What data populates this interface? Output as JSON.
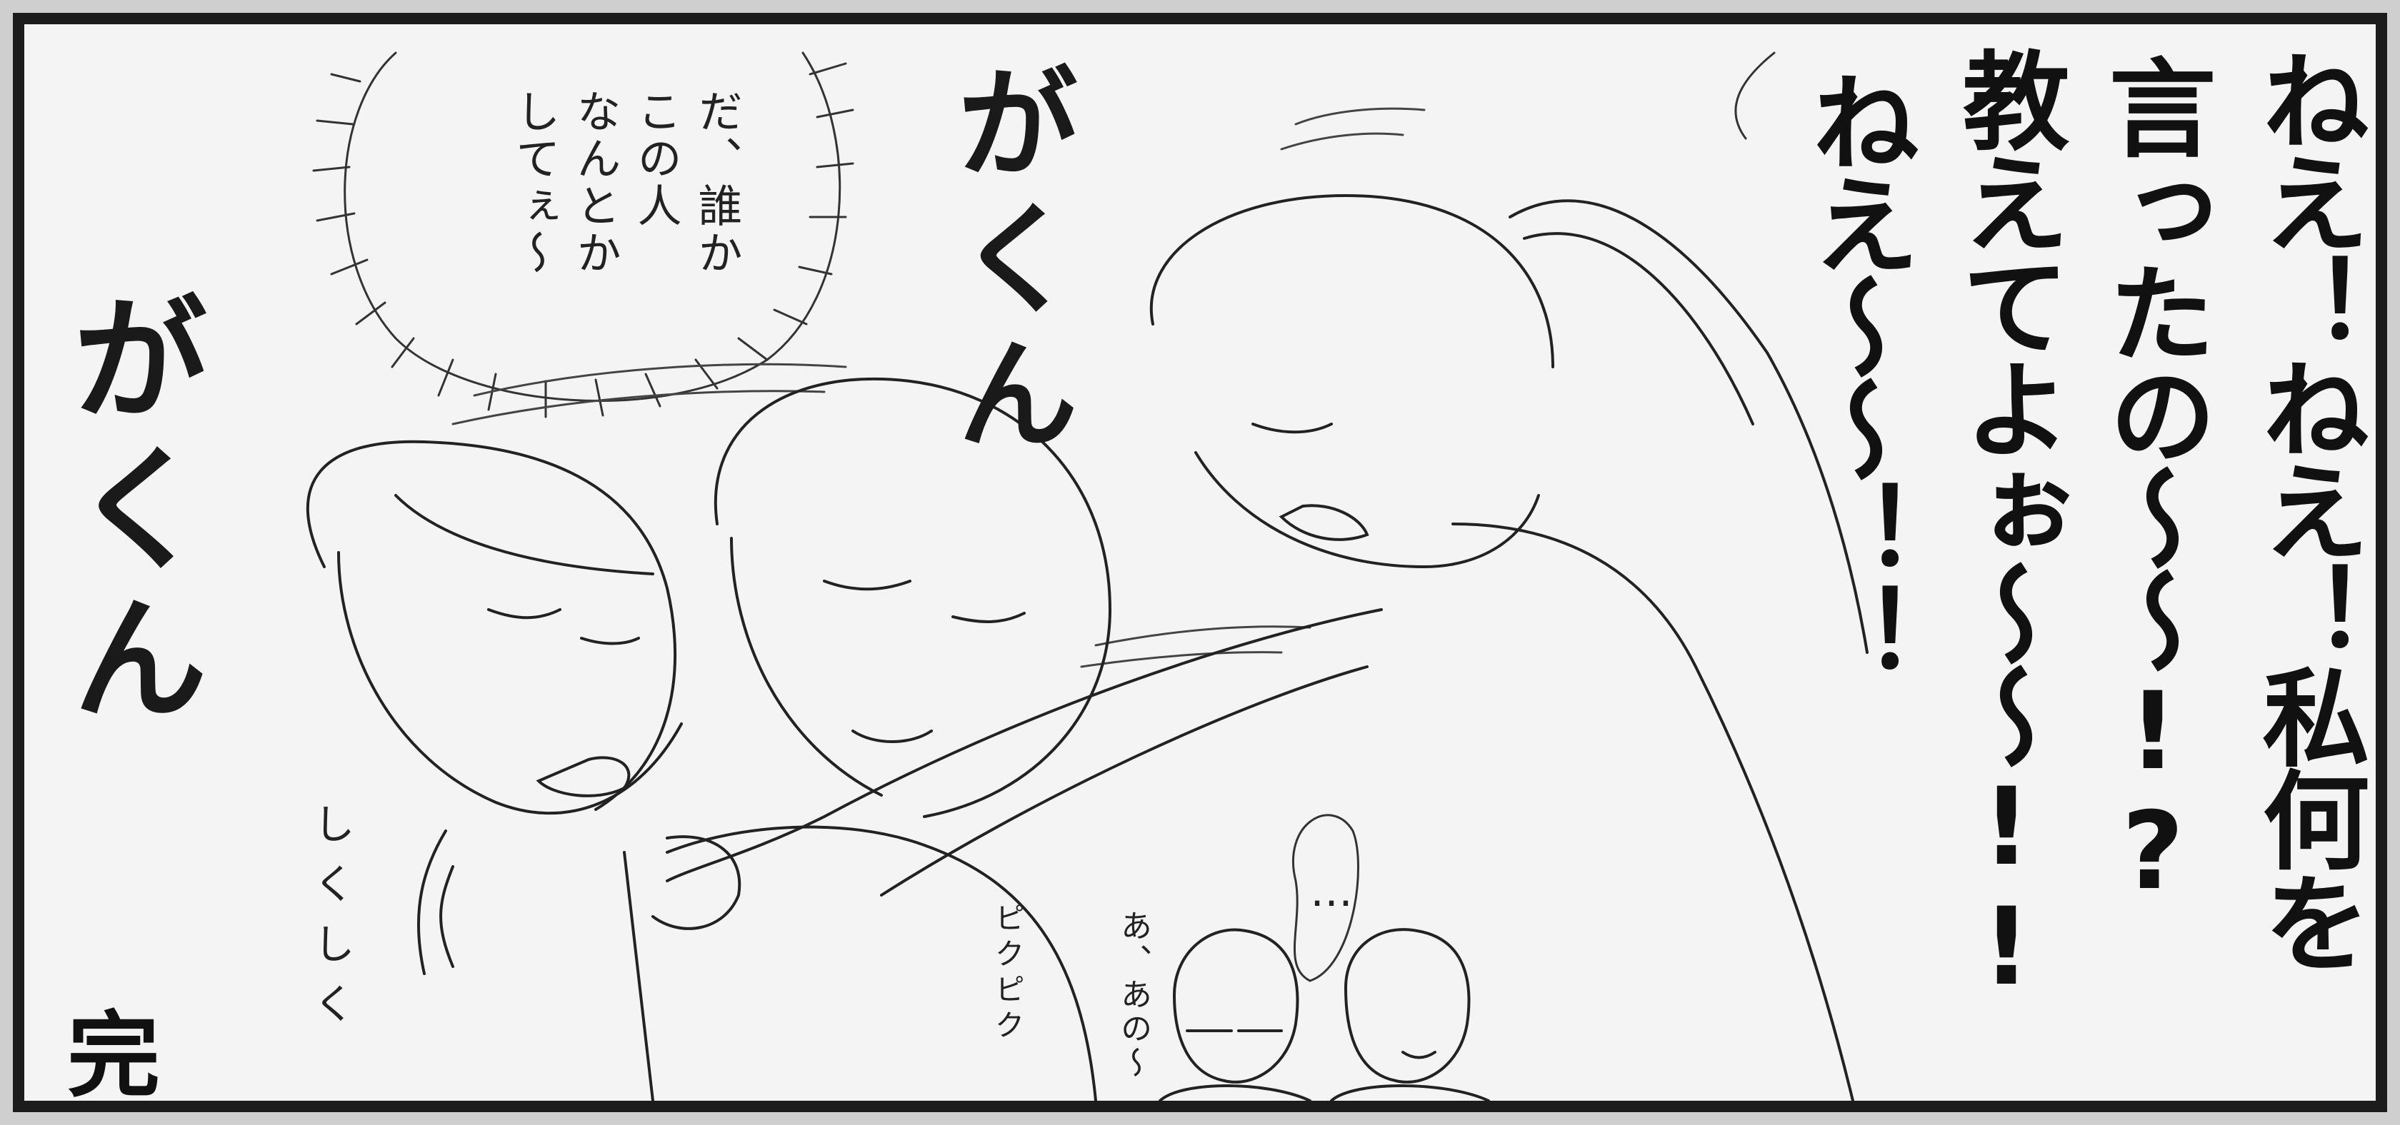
{
  "speech": {
    "col1": "ねえ！ねえ！私何を",
    "col2": "言ったの〜〜!?",
    "col3": "教えてよぉ〜〜!!",
    "col4": "ねえ〜〜！！"
  },
  "thought": {
    "line1": "だ、誰か",
    "line2": "この人",
    "line3": "なんとか",
    "line4": "してぇ〜"
  },
  "sfx": {
    "gakun_right": "がくん",
    "gakun_left": "がくん",
    "shiku": "しくしく",
    "piku": "ピクピク",
    "ellipsis": "…",
    "anou": "あ、あの〜"
  },
  "end_mark": "完",
  "colors": {
    "ink": "#111111",
    "paper": "#f4f4f4",
    "frame": "#1c1c1c"
  }
}
